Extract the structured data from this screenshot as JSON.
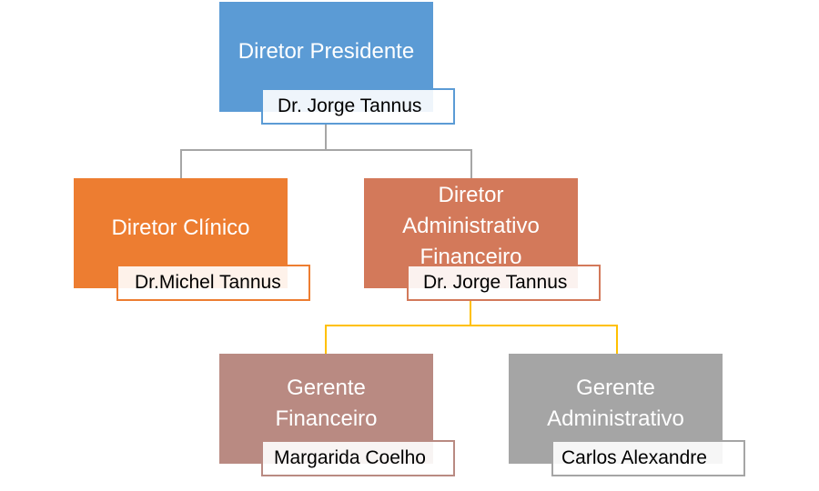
{
  "nodes": [
    {
      "title": "Diretor Presidente",
      "name": "Dr. Jorge Tannus",
      "color": "#5B9BD5"
    },
    {
      "title": "Diretor Clínico",
      "name": "Dr.Michel Tannus",
      "color": "#ED7D31"
    },
    {
      "title": "Diretor Administrativo Financeiro",
      "name": "Dr. Jorge Tannus",
      "color": "#D3795A"
    },
    {
      "title": "Gerente Financeiro",
      "name": "Margarida Coelho",
      "color": "#B98A82"
    },
    {
      "title": "Gerente Administrativo",
      "name": "Carlos Alexandre",
      "color": "#A5A5A5"
    }
  ],
  "connector_colors": {
    "level1": "#A6A6A6",
    "level2": "#FFC000"
  }
}
